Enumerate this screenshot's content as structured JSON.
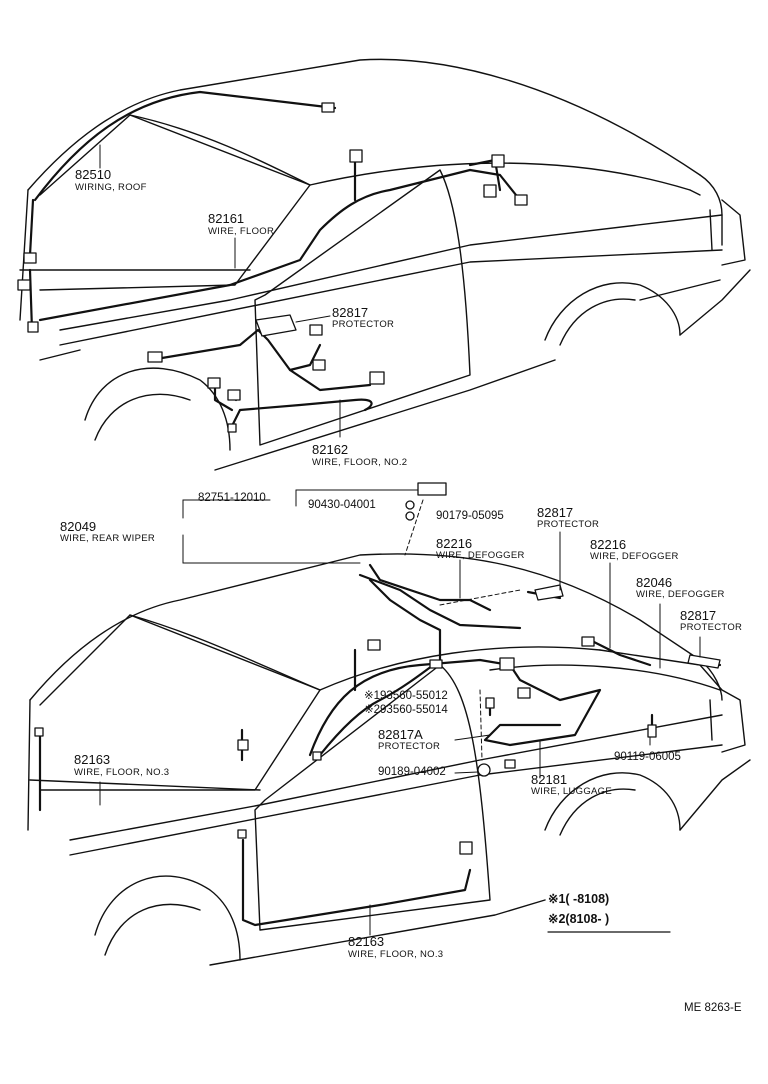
{
  "callouts": {
    "c82510": {
      "part": "82510",
      "desc": "WIRING, ROOF"
    },
    "c82161": {
      "part": "82161",
      "desc": "WIRE, FLOOR"
    },
    "c82817a": {
      "part": "82817",
      "desc": "PROTECTOR"
    },
    "c82162": {
      "part": "82162",
      "desc": "WIRE, FLOOR, NO.2"
    },
    "c82751": {
      "part": "82751-12010"
    },
    "c90430": {
      "part": "90430-04001"
    },
    "c90179": {
      "part": "90179-05095"
    },
    "c82049": {
      "part": "82049",
      "desc": "WIRE, REAR WIPER"
    },
    "c82817b": {
      "part": "82817",
      "desc": "PROTECTOR"
    },
    "c82216a": {
      "part": "82216",
      "desc": "WIRE, DEFOGGER"
    },
    "c82216b": {
      "part": "82216",
      "desc": "WIRE, DEFOGGER"
    },
    "c82046": {
      "part": "82046",
      "desc": "WIRE, DEFOGGER"
    },
    "c82817c": {
      "part": "82817",
      "desc": "PROTECTOR"
    },
    "c93560a": {
      "part": "※193560-55012"
    },
    "c93560b": {
      "part": "※293560-55014"
    },
    "c82817A": {
      "part": "82817A",
      "desc": "PROTECTOR"
    },
    "c90189": {
      "part": "90189-04002"
    },
    "c90119": {
      "part": "90119-06005"
    },
    "c82181": {
      "part": "82181",
      "desc": "WIRE, LUGGAGE"
    },
    "c82163a": {
      "part": "82163",
      "desc": "WIRE, FLOOR, NO.3"
    },
    "c82163b": {
      "part": "82163",
      "desc": "WIRE, FLOOR, NO.3"
    }
  },
  "notes": {
    "note1": "※1(      -8108)",
    "note2": "※2(8108-        )"
  },
  "ref_code": "ME  8263-E"
}
